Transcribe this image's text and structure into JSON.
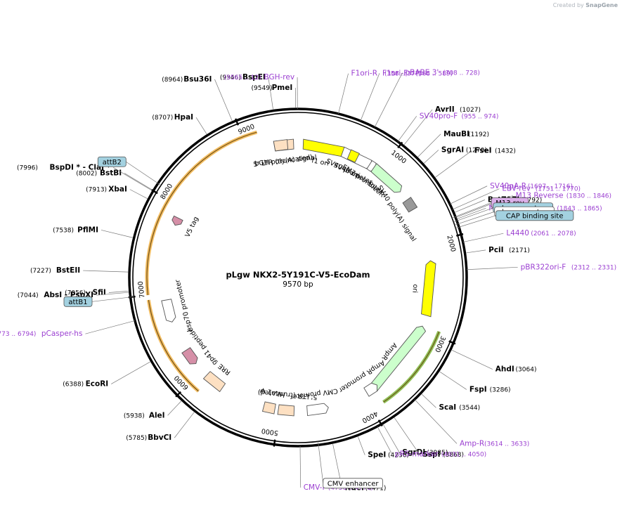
{
  "credit": {
    "prefix": "Created by",
    "brand": "SnapGene"
  },
  "plasmid": {
    "name": "pLgw NKX2-5Y191C-V5-EcoDam",
    "size_label": "9570 bp",
    "length": 9570
  },
  "ticks": [
    {
      "pos": 1000,
      "label": "1000"
    },
    {
      "pos": 2000,
      "label": "2000"
    },
    {
      "pos": 3000,
      "label": "3000"
    },
    {
      "pos": 4000,
      "label": "4000"
    },
    {
      "pos": 5000,
      "label": "5000"
    },
    {
      "pos": 6000,
      "label": "6000"
    },
    {
      "pos": 7000,
      "label": "7000"
    },
    {
      "pos": 8000,
      "label": "8000"
    },
    {
      "pos": 9000,
      "label": "9000"
    }
  ],
  "enzymes": [
    {
      "name": "PmeI",
      "pos_label": "(9549)",
      "pos": 9549
    },
    {
      "name": "BspEI",
      "pos_label": "(9346)",
      "pos": 9346
    },
    {
      "name": "Bsu36I",
      "pos_label": "(8964)",
      "pos": 8964
    },
    {
      "name": "HpaI",
      "pos_label": "(8707)",
      "pos": 8707
    },
    {
      "name": "BstBI",
      "pos_label": "(8002)",
      "pos": 8002
    },
    {
      "name": "BspDI * - ClaI *",
      "pos_label": "(7996)",
      "pos": 7996
    },
    {
      "name": "XbaI",
      "pos_label": "(7913)",
      "pos": 7913
    },
    {
      "name": "PflMI",
      "pos_label": "(7538)",
      "pos": 7538
    },
    {
      "name": "BstEII",
      "pos_label": "(7227)",
      "pos": 7227
    },
    {
      "name": "SfiI",
      "pos_label": "(7056)",
      "pos": 7056
    },
    {
      "name": "AbsI - PspXI",
      "pos_label": "(7044)",
      "pos": 7044
    },
    {
      "name": "EcoRI",
      "pos_label": "(6388)",
      "pos": 6388
    },
    {
      "name": "AleI",
      "pos_label": "(5938)",
      "pos": 5938
    },
    {
      "name": "BbvCI",
      "pos_label": "(5785)",
      "pos": 5785
    },
    {
      "name": "NdeI",
      "pos_label": "(4471)",
      "pos": 4471
    },
    {
      "name": "SpeI",
      "pos_label": "(4236)",
      "pos": 4236
    },
    {
      "name": "SgrDI",
      "pos_label": "(3985)",
      "pos": 3985
    },
    {
      "name": "SspI",
      "pos_label": "(3868)",
      "pos": 3868
    },
    {
      "name": "ScaI",
      "pos_label": "(3544)",
      "pos": 3544
    },
    {
      "name": "FspI",
      "pos_label": "(3286)",
      "pos": 3286
    },
    {
      "name": "AhdI",
      "pos_label": "(3064)",
      "pos": 3064
    },
    {
      "name": "PciI",
      "pos_label": "(2171)",
      "pos": 2171
    },
    {
      "name": "BstZ17I",
      "pos_label": "(1792)",
      "pos": 1792
    },
    {
      "name": "FseI",
      "pos_label": "(1432)",
      "pos": 1432
    },
    {
      "name": "SgrAI",
      "pos_label": "(1270)",
      "pos": 1270
    },
    {
      "name": "MauBI",
      "pos_label": "(1192)",
      "pos": 1192
    },
    {
      "name": "AvrII",
      "pos_label": "(1027)",
      "pos": 1027
    }
  ],
  "primers": [
    {
      "name": "BGH-rev",
      "range": "(9565 .. 12)",
      "pos": 9565
    },
    {
      "name": "F1ori-R",
      "range": "(358 .. 377)",
      "pos": 368
    },
    {
      "name": "F1ori-F",
      "range": "(568 .. 589)",
      "pos": 578
    },
    {
      "name": "pBABE 3'",
      "range": "(708 .. 728)",
      "pos": 718
    },
    {
      "name": "SV40pro-F",
      "range": "(955 .. 974)",
      "pos": 965
    },
    {
      "name": "SV40pA-R",
      "range": "(1697 .. 1716)",
      "pos": 1706
    },
    {
      "name": "EBV-rev",
      "range": "(1751 .. 1770)",
      "pos": 1760
    },
    {
      "name": "M13 Reverse",
      "range": "(1830 .. 1846)",
      "pos": 1838
    },
    {
      "name": "M13/pUC Reverse",
      "range": "(1843 .. 1865)",
      "pos": 1854
    },
    {
      "name": "L4440",
      "range": "(2061 .. 2078)",
      "pos": 2070
    },
    {
      "name": "pBR322ori-F",
      "range": "(2312 .. 2331)",
      "pos": 2321
    },
    {
      "name": "Amp-R",
      "range": "(3614 .. 3633)",
      "pos": 3623
    },
    {
      "name": "pRS-marker",
      "range": "(4031 .. 4050)",
      "pos": 4040
    },
    {
      "name": "CMV-F",
      "range": "(4756 .. 4776)",
      "pos": 4766
    },
    {
      "name": "pCasper-hs",
      "range": "(6773 .. 6794)",
      "pos": 6783
    }
  ],
  "boxed_features": [
    {
      "name": "M13 rev",
      "pos": 1830,
      "fill": "#dcb0ea"
    },
    {
      "name": "lac operator",
      "pos": 1870,
      "fill": "#a3d1e0"
    },
    {
      "name": "lac promoter",
      "pos": 1900,
      "fill": "#ffffff"
    },
    {
      "name": "CAP binding site",
      "pos": 1930,
      "fill": "#a3d1e0"
    },
    {
      "name": "CMV enhancer",
      "pos": 4600,
      "fill": "#ffffff"
    },
    {
      "name": "attB2",
      "pos": 8080,
      "fill": "#a3d1e0"
    },
    {
      "name": "attB1",
      "pos": 7000,
      "fill": "#a3d1e0"
    }
  ],
  "features": [
    {
      "name": "bGH poly(A) signal",
      "start": 9300,
      "end": 9520,
      "dir": 0,
      "color": "#fde0c2"
    },
    {
      "name": "f1 ori",
      "start": 60,
      "end": 520,
      "dir": 1,
      "color": "#ffff00"
    },
    {
      "name": "SV40 promoter",
      "start": 520,
      "end": 850,
      "dir": 1,
      "color": "#ffffff"
    },
    {
      "name": "EM7 promoter",
      "start": 860,
      "end": 910,
      "dir": 1,
      "color": "#ffffff"
    },
    {
      "name": "BleoR",
      "start": 920,
      "end": 1290,
      "dir": 1,
      "color": "#ccffcc"
    },
    {
      "name": "SV40 ori",
      "start": 600,
      "end": 700,
      "dir": 0,
      "color": "#ffff00"
    },
    {
      "name": "SV40 poly(A) signal",
      "start": 1450,
      "end": 1580,
      "dir": 0,
      "color": "#999999"
    },
    {
      "name": "ori",
      "start": 2240,
      "end": 2830,
      "dir": -1,
      "color": "#ffff00"
    },
    {
      "name": "AmpR",
      "start": 3000,
      "end": 3860,
      "dir": -1,
      "color": "#ccffcc"
    },
    {
      "name": "AmpR promoter",
      "start": 3860,
      "end": 3965,
      "dir": -1,
      "color": "#ffffff"
    },
    {
      "name": "CMV promoter",
      "start": 4475,
      "end": 4680,
      "dir": -1,
      "color": "#ffffff"
    },
    {
      "name": "5' LTR (truncated)",
      "start": 4830,
      "end": 5010,
      "dir": 0,
      "color": "#fde0c2"
    },
    {
      "name": "HIV-1 Ψ",
      "start": 5050,
      "end": 5180,
      "dir": 0,
      "color": "#fde0c2"
    },
    {
      "name": "RRE",
      "start": 5700,
      "end": 5930,
      "dir": 0,
      "color": "#fde0c2"
    },
    {
      "name": "gp41 peptide",
      "start": 6150,
      "end": 6300,
      "dir": -1,
      "color": "#d58fa7"
    },
    {
      "name": "hsp70 promoter",
      "start": 6700,
      "end": 6920,
      "dir": -1,
      "color": "#ffffff"
    },
    {
      "name": "5' LTR (truncated)",
      "start": 9300,
      "end": 9450,
      "dir": 0,
      "color": "#fde0c2"
    },
    {
      "name": "V5 tag",
      "start": 7830,
      "end": 7880,
      "dir": -1,
      "color": "#d58fa7"
    }
  ],
  "arcs": [
    {
      "name": "orange-arc-left",
      "start": 7000,
      "end": 9150,
      "color": "#f0b246"
    },
    {
      "name": "orange-arc-bottom",
      "start": 5880,
      "end": 6950,
      "color": "#f0b246"
    },
    {
      "name": "green-arc-right",
      "start": 2950,
      "end": 3870,
      "color": "#7bb63a"
    }
  ]
}
